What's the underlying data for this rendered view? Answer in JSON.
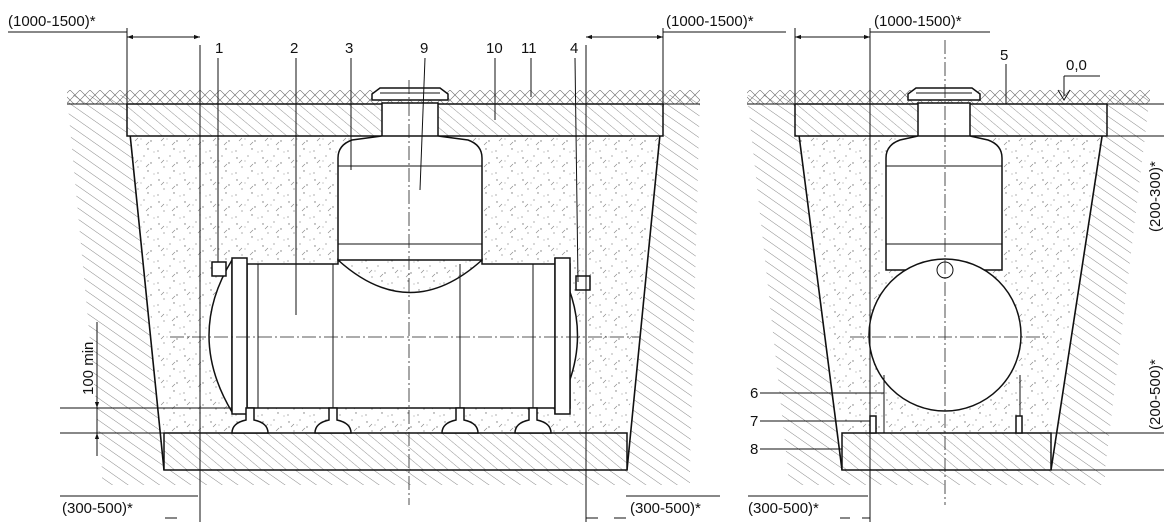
{
  "dims": {
    "top_left": "(1000-1500)*",
    "top_mid": "(1000-1500)*",
    "top_right": "(1000-1500)*",
    "bottom_left": "(300-500)*",
    "bottom_right": "(300-500)*",
    "bottom_side": "(300-500)*",
    "vertical_small": "100 min",
    "vertical_top_side": "(200-300)*",
    "vertical_bottom_side": "(200-500)*",
    "level": "0,0"
  },
  "callouts": {
    "c1": "1",
    "c2": "2",
    "c3": "3",
    "c4": "4",
    "c5": "5",
    "c6": "6",
    "c7": "7",
    "c8": "8",
    "c9": "9",
    "c10": "10",
    "c11": "11"
  }
}
